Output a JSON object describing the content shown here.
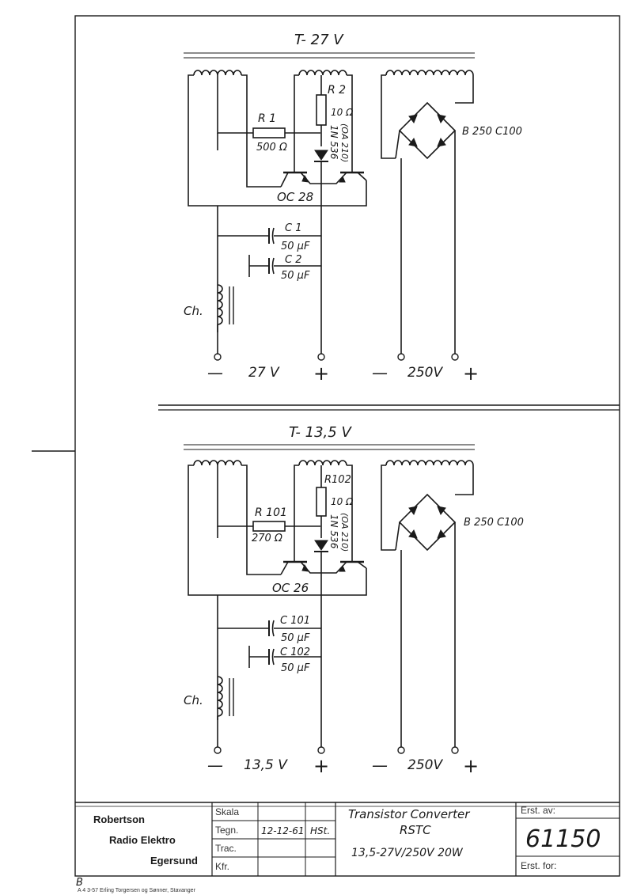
{
  "circuit_top": {
    "title": "T- 27 V",
    "r1_label": "R 1",
    "r1_value": "500 Ω",
    "r2_label": "R 2",
    "r2_value": "10 Ω",
    "diode_label": "1N 536",
    "diode_alt": "(OA 210)",
    "transistor_label": "OC 28",
    "c1_label": "C 1",
    "c1_value": "50 μF",
    "c2_label": "C 2",
    "c2_value": "50 μF",
    "choke_label": "Ch.",
    "rectifier_label": "B 250 C100",
    "out_minus": "—",
    "out_voltage": "27 V",
    "out_plus": "+",
    "hv_minus": "—",
    "hv_voltage": "250V",
    "hv_plus": "+"
  },
  "circuit_bottom": {
    "title": "T- 13,5 V",
    "r1_label": "R 101",
    "r1_value": "270 Ω",
    "r2_label": "R102",
    "r2_value": "10 Ω",
    "diode_label": "1N 536",
    "diode_alt": "(OA 210)",
    "transistor_label": "OC 26",
    "c1_label": "C 101",
    "c1_value": "50 μF",
    "c2_label": "C 102",
    "c2_value": "50 μF",
    "choke_label": "Ch.",
    "rectifier_label": "B 250 C100",
    "out_minus": "—",
    "out_voltage": "13,5 V",
    "out_plus": "+",
    "hv_minus": "—",
    "hv_voltage": "250V",
    "hv_plus": "+"
  },
  "title_block": {
    "company_line1": "Robertson",
    "company_line2": "Radio Elektro",
    "company_line3": "Egersund",
    "skala_label": "Skala",
    "tegn_label": "Tegn.",
    "trac_label": "Trac.",
    "kfr_label": "Kfr.",
    "tegn_date": "12-12-61",
    "tegn_initials": "HSt.",
    "drawing_title": "Transistor Converter",
    "drawing_model": "RSTC",
    "drawing_spec": "13,5-27V/250V 20W",
    "erst_av_label": "Erst. av:",
    "erst_for_label": "Erst. for:",
    "drawing_number": "61150"
  },
  "footer": {
    "format_letter": "B",
    "printer_line": "A 4 3-57  Erling Torgersen og Sønner, Stavanger"
  }
}
